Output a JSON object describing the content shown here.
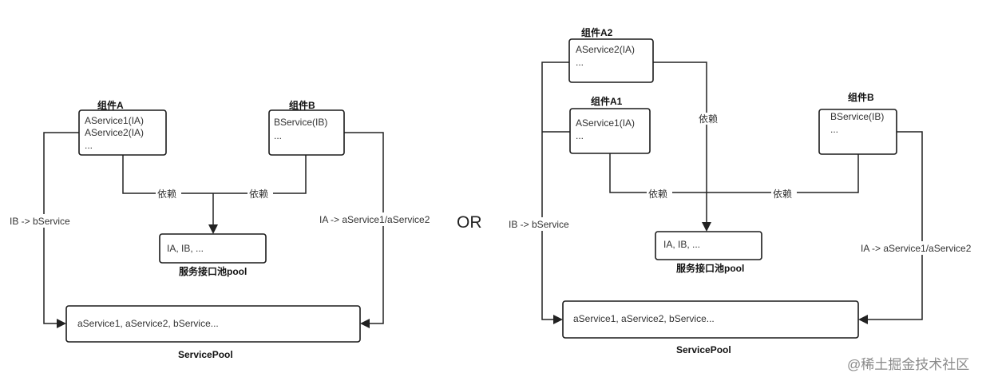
{
  "left": {
    "component_a": {
      "title": "组件A",
      "lines": [
        "AService1(IA)",
        "AService2(IA)",
        "..."
      ]
    },
    "component_b": {
      "title": "组件B",
      "lines": [
        "BService(IB)",
        "..."
      ]
    },
    "dep_label_a": "依赖",
    "dep_label_b": "依赖",
    "interface_pool": {
      "content": "IA, IB, ...",
      "title": "服务接口池pool"
    },
    "service_pool": {
      "content": "aService1, aService2, bService...",
      "title": "ServicePool"
    },
    "edge_left": "IB -> bService",
    "edge_right": "IA -> aService1/aService2"
  },
  "separator": "OR",
  "right": {
    "component_a2": {
      "title": "组件A2",
      "lines": [
        "AService2(IA)",
        "..."
      ]
    },
    "component_a1": {
      "title": "组件A1",
      "lines": [
        "AService1(IA)",
        "..."
      ]
    },
    "component_b": {
      "title": "组件B",
      "lines": [
        "BService(IB)",
        "..."
      ]
    },
    "dep_label_a2": "依赖",
    "dep_label_a1": "依赖",
    "dep_label_b": "依赖",
    "interface_pool": {
      "content": "IA, IB, ...",
      "title": "服务接口池pool"
    },
    "service_pool": {
      "content": "aService1, aService2, bService...",
      "title": "ServicePool"
    },
    "edge_left": "IB -> bService",
    "edge_right": "IA -> aService1/aService2"
  },
  "watermark": "@稀土掘金技术社区"
}
